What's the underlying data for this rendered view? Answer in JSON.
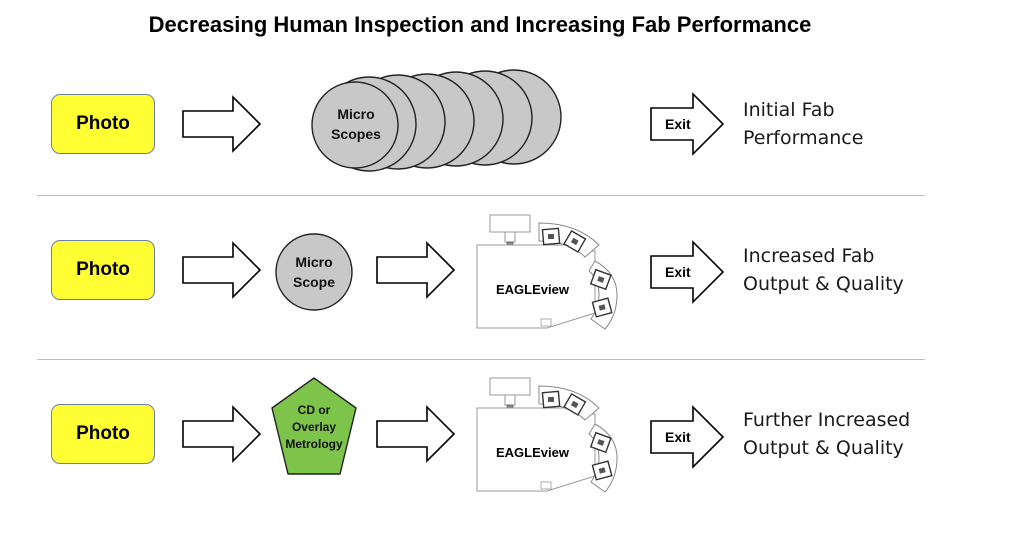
{
  "title": "Decreasing Human Inspection and Increasing Fab Performance",
  "rows": [
    {
      "photo": "Photo",
      "inspection": [
        "Micro",
        "Scopes"
      ],
      "exit": "Exit",
      "result": [
        "Initial Fab",
        "Performance"
      ]
    },
    {
      "photo": "Photo",
      "inspection": [
        "Micro",
        "Scope"
      ],
      "tool": "EAGLEview",
      "exit": "Exit",
      "result": [
        "Increased Fab",
        "Output & Quality"
      ]
    },
    {
      "photo": "Photo",
      "inspection": [
        "CD or",
        "Overlay",
        "Metrology"
      ],
      "tool": "EAGLEview",
      "exit": "Exit",
      "result": [
        "Further Increased",
        "Output & Quality"
      ]
    }
  ],
  "colors": {
    "photo_fill": "#ffff33",
    "microscope_fill": "#c8c8c8",
    "metrology_fill": "#7ec34a"
  }
}
